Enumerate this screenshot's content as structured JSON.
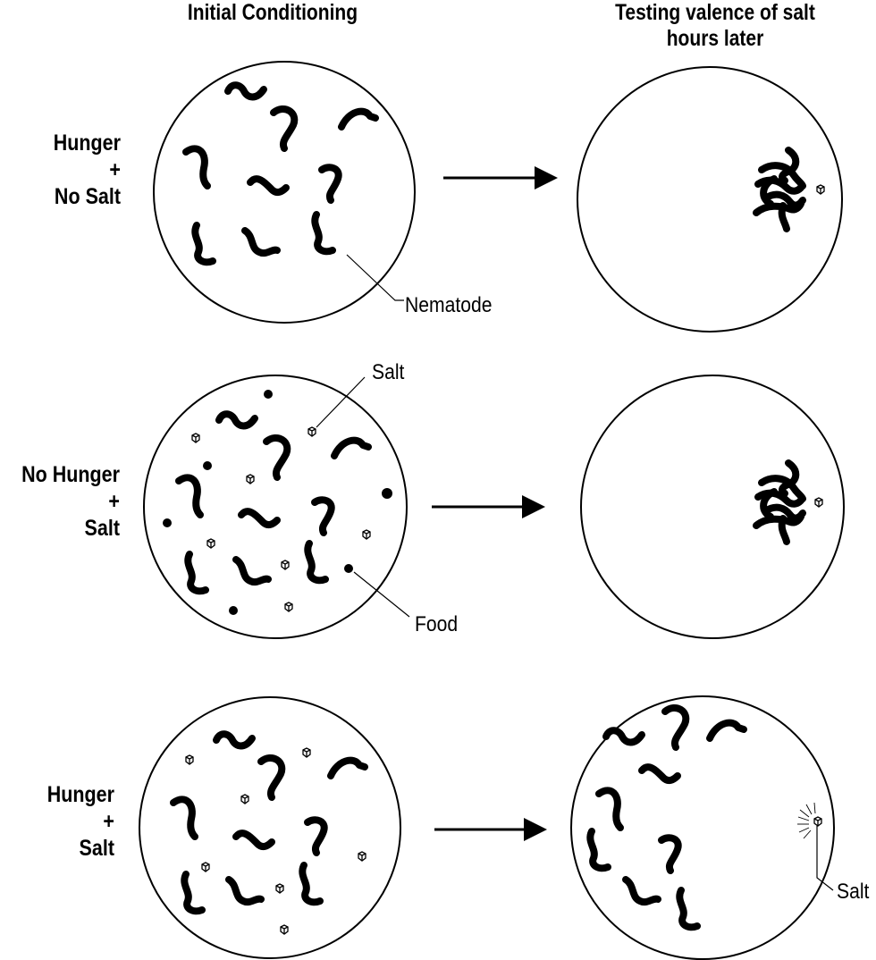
{
  "headers": {
    "left": "Initial Conditioning",
    "right_line1": "Testing valence of salt",
    "right_line2": "hours later"
  },
  "rows": [
    {
      "line1": "Hunger",
      "line2": "+",
      "line3": "No Salt"
    },
    {
      "line1": "No Hunger",
      "line2": "+",
      "line3": "Salt"
    },
    {
      "line1": "Hunger",
      "line2": "+",
      "line3": "Salt"
    }
  ],
  "callouts": {
    "nematode": "Nematode",
    "salt_top": "Salt",
    "food": "Food",
    "salt_bottom": "Salt"
  },
  "icons": {
    "worm": "nematode-icon",
    "salt": "salt-crystal-icon",
    "food": "food-pellet-icon",
    "arrow": "right-arrow-icon"
  }
}
